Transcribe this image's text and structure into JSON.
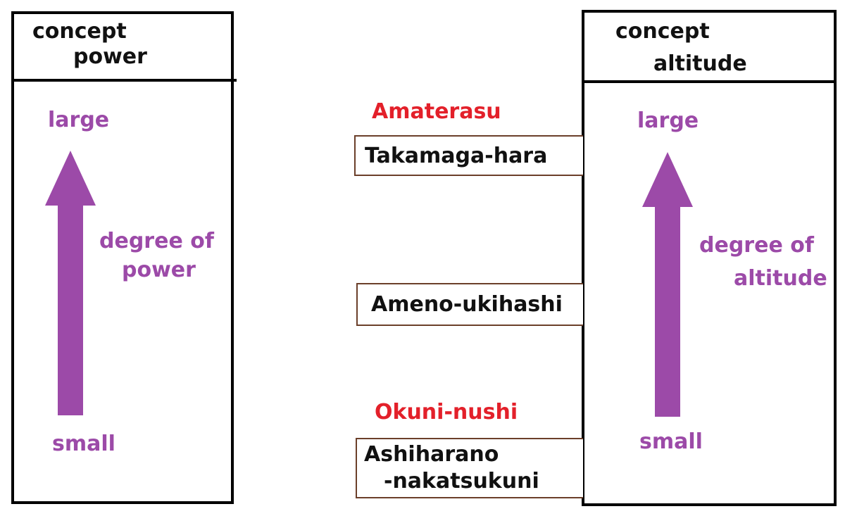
{
  "left_panel": {
    "header_line1": "concept",
    "header_line2": "power",
    "top_label": "large",
    "bottom_label": "small",
    "axis_label_line1": "degree of",
    "axis_label_line2": "power"
  },
  "right_panel": {
    "header_line1": "concept",
    "header_line2": "altitude",
    "top_label": "large",
    "bottom_label": "small",
    "axis_label_line1": "degree of",
    "axis_label_line2": "altitude"
  },
  "deities": {
    "top": "Amaterasu",
    "bottom": "Okuni-nushi"
  },
  "places": {
    "high": "Takamaga-hara",
    "middle": "Ameno-ukihashi",
    "low_line1": "Ashiharano",
    "low_line2": "-nakatsukuni"
  },
  "colors": {
    "arrow": "#9c4aa8",
    "scale_text": "#9c4aa8",
    "deity_text": "#e3202a",
    "place_border": "#6b3f2a"
  }
}
